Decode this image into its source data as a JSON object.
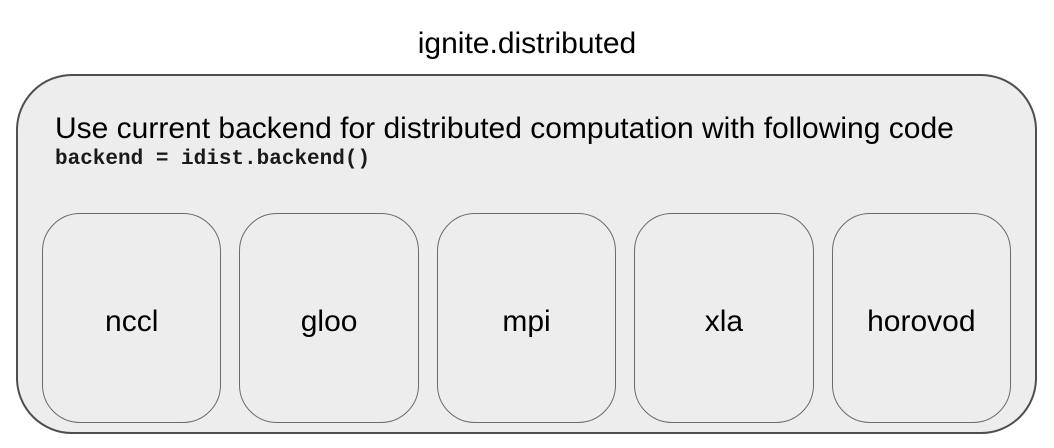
{
  "title": "ignite.distributed",
  "panel": {
    "description": "Use current backend for distributed computation with following code",
    "code": "backend = idist.backend()"
  },
  "backends": [
    "nccl",
    "gloo",
    "mpi",
    "xla",
    "horovod"
  ],
  "colors": {
    "background": "#ffffff",
    "panel_fill": "#ededed",
    "panel_border": "#4f4f4f",
    "backend_box_border": "#6b6b6b",
    "text": "#000000"
  }
}
